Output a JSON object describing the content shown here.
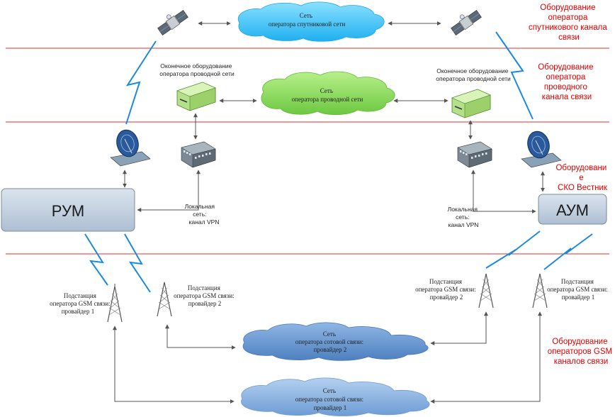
{
  "zones": {
    "satellite": [
      "Оборудование",
      "оператора",
      "спутникового канала",
      "связи"
    ],
    "wired": [
      "Оборудование",
      "оператора",
      "проводного",
      "канала связи"
    ],
    "sko": [
      "Оборудовани",
      "е",
      "СКО Вестник"
    ],
    "gsm": [
      "Оборудование",
      "операторов GSM",
      "каналов связи"
    ]
  },
  "clouds": {
    "satellite": [
      "Сеть",
      "оператора спутниковой сети"
    ],
    "wired": [
      "Сеть",
      "оператора проводной сети"
    ],
    "gsm2": [
      "Сеть",
      "оператора сотовой связи:",
      "провайдер 2"
    ],
    "gsm1": [
      "Сеть",
      "оператора сотовой связи:",
      "провайдер 1"
    ]
  },
  "terminal_left": [
    "Оконечное оборудование",
    "оператора проводной сети"
  ],
  "terminal_right": [
    "Оконечное оборудование",
    "оператора проводной сети"
  ],
  "nodes": {
    "rum": "РУМ",
    "aum": "АУМ"
  },
  "lan_left": [
    "Локальная",
    "сеть:",
    "канал VPN"
  ],
  "lan_right": [
    "Локальная",
    "сеть:",
    "канал VPN"
  ],
  "towers": {
    "left1": [
      "Подстанция",
      "оператора GSM связи:",
      "провайдер 1"
    ],
    "left2": [
      "Подстанция",
      "оператора GSM связи:",
      "провайдер 2"
    ],
    "right2": [
      "Подстанция",
      "оператора GSM связи:",
      "провайдер 2"
    ],
    "right1": [
      "Подстанция",
      "оператора GSM связи:",
      "провайдер 1"
    ]
  },
  "colors": {
    "zone_line": "#e03030",
    "zone_text": "#e00000",
    "sat_cloud": "#3fc0ff",
    "wired_cloud": "#8ee05a",
    "gsm_cloud": "#6a9ed8",
    "gsm_cloud_light": "#8db8e6",
    "node_fill": "#c9d5e3",
    "lightning": "#1a8ae0",
    "terminal": "#b5e08a"
  }
}
